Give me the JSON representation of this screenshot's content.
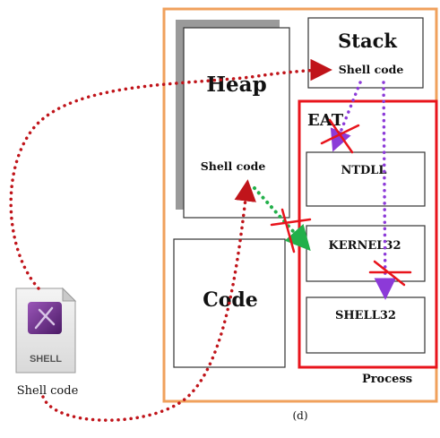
{
  "diagram": {
    "caption": "(d)",
    "process_label": "Process",
    "heap": {
      "label": "Heap",
      "payload_label": "Shell code"
    },
    "stack": {
      "label": "Stack",
      "payload_label": "Shell code"
    },
    "code": {
      "label": "Code"
    },
    "eat": {
      "label": "EAT"
    },
    "modules": {
      "ntdll": "NTDLL",
      "kernel32": "KERNEL32",
      "shell32": "SHELL32"
    },
    "file": {
      "badge": "SHELL",
      "caption": "Shell code",
      "icon": "shell-script-file-icon"
    },
    "colors": {
      "process_border": "#f0a15c",
      "eat_border": "#e8141c",
      "injection_path": "#c0141a",
      "blocked_green_path": "#22b04a",
      "blocked_purple_path": "#8c3ad8",
      "block_mark": "#e8141c",
      "file_icon_purple": "#6b2c8a"
    }
  }
}
